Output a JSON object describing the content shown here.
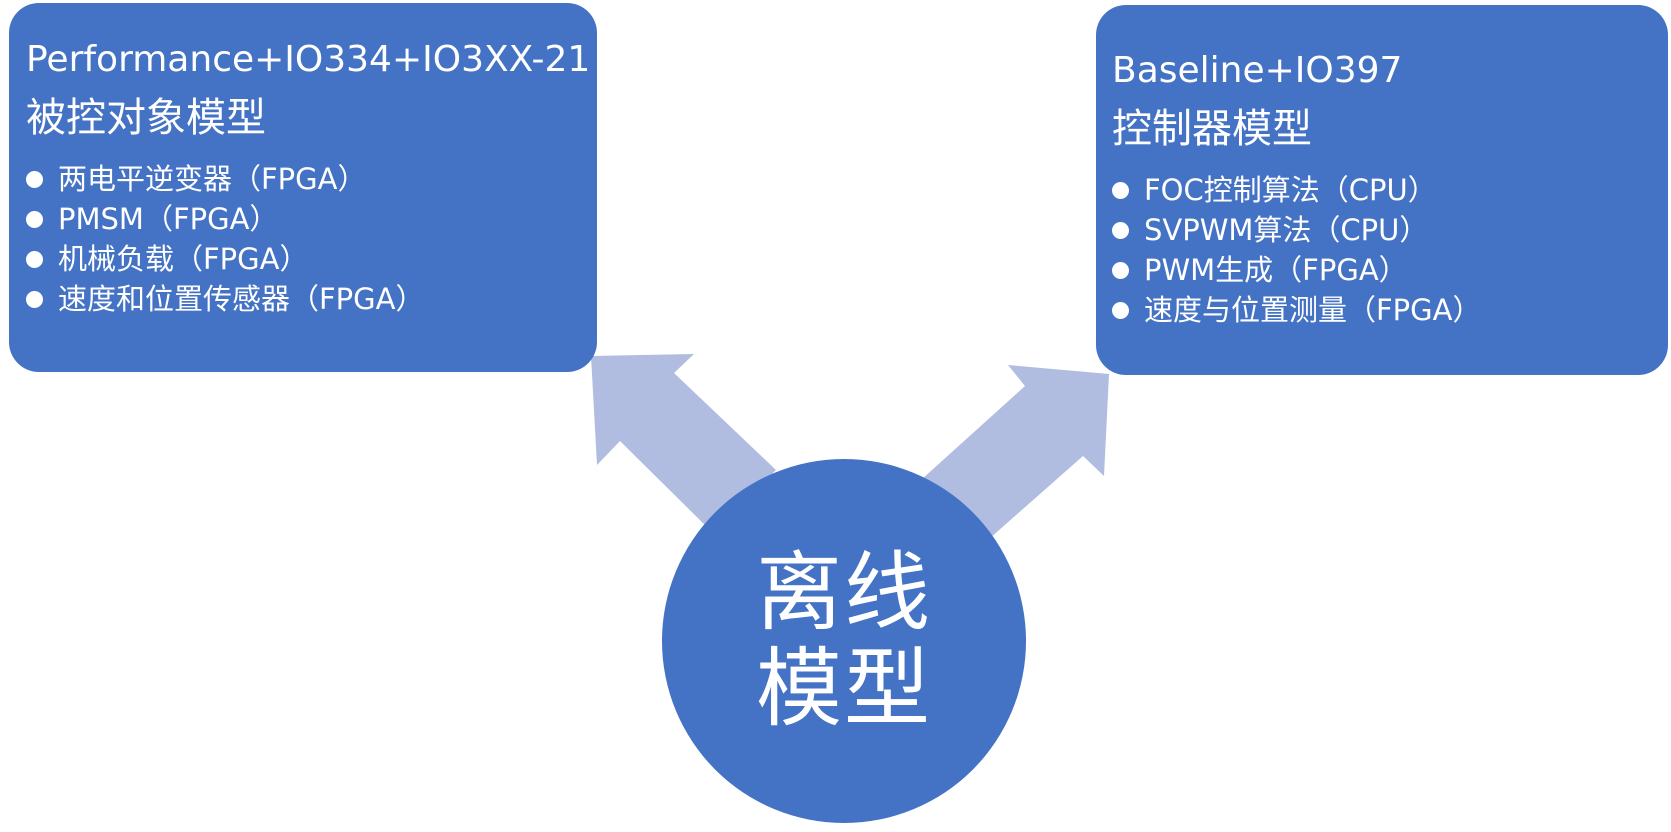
{
  "colors": {
    "box_fill": "#4472c4",
    "circle_fill": "#4472c4",
    "arrow_fill": "#b0bde0",
    "text": "#ffffff"
  },
  "center": {
    "line1": "离线",
    "line2": "模型"
  },
  "left_box": {
    "title": "Performance+IO334+IO3XX-21",
    "subtitle": "被控对象模型",
    "items": [
      "两电平逆变器（FPGA）",
      "PMSM（FPGA）",
      "机械负载（FPGA）",
      "速度和位置传感器（FPGA）"
    ]
  },
  "right_box": {
    "title": "Baseline+IO397",
    "subtitle": "控制器模型",
    "items": [
      "FOC控制算法（CPU）",
      "SVPWM算法（CPU）",
      "PWM生成（FPGA）",
      "速度与位置测量（FPGA）"
    ]
  }
}
